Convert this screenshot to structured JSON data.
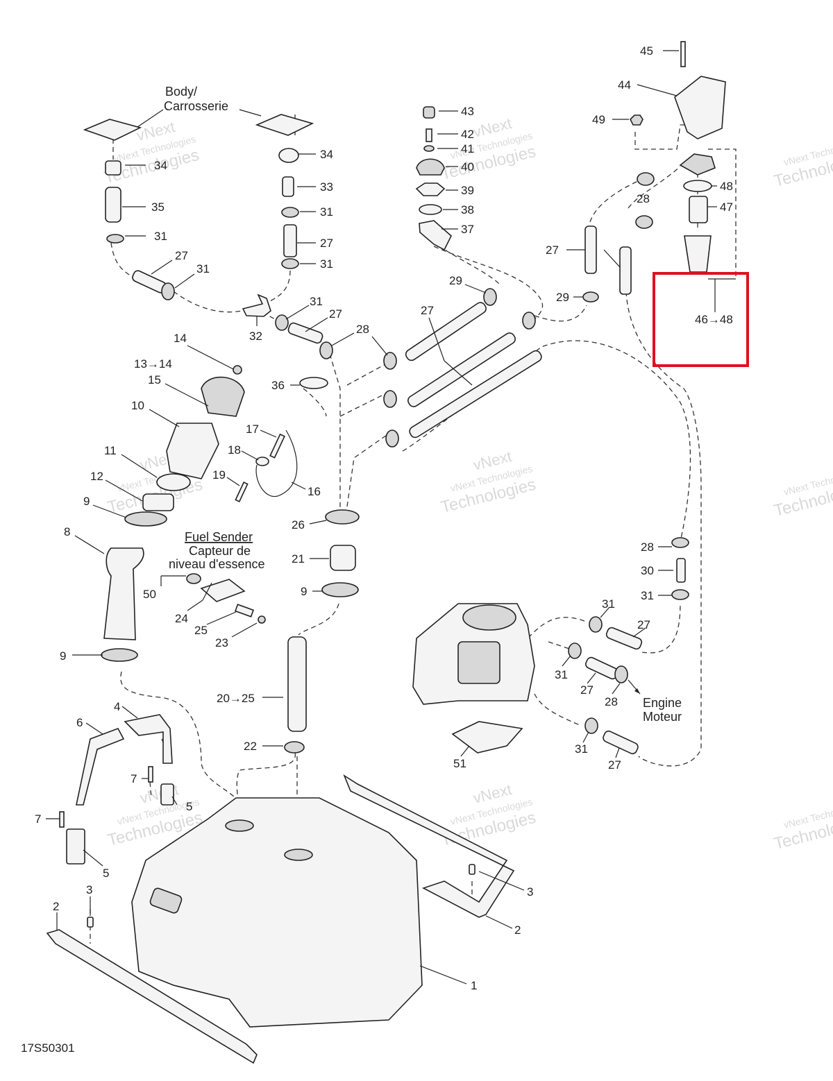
{
  "labels": {
    "body_en": "Body/",
    "body_fr": "Carrosserie",
    "fuel_sender_en": "Fuel Sender",
    "fuel_sender_fr1": "Capteur de",
    "fuel_sender_fr2": "niveau d'essence",
    "engine_en": "Engine",
    "engine_fr": "Moteur",
    "drawing_code": "17S50301"
  },
  "watermark": {
    "line1": "vNext Technologies",
    "line2": "Technologies",
    "brand": "vNext"
  },
  "callouts": {
    "c45": "45",
    "c44": "44",
    "c49": "49",
    "c48": "48",
    "c47": "47",
    "c28a": "28",
    "c4648": "46→48",
    "c43": "43",
    "c42": "42",
    "c41": "41",
    "c40": "40",
    "c39": "39",
    "c38": "38",
    "c37": "37",
    "c34a": "34",
    "c34b": "34",
    "c33": "33",
    "c31a": "31",
    "c27a": "27",
    "c31b": "31",
    "c35": "35",
    "c31c": "31",
    "c27b": "27",
    "c31d": "31",
    "c27c": "27",
    "c29a": "29",
    "c29b": "29",
    "c31e": "31",
    "c27d": "27",
    "c32": "32",
    "c28b": "28",
    "c27e": "27",
    "c14": "14",
    "c1314": "13→14",
    "c15": "15",
    "c10": "10",
    "c11": "11",
    "c12": "12",
    "c9a": "9",
    "c8": "8",
    "c36": "36",
    "c17": "17",
    "c18": "18",
    "c19": "19",
    "c16": "16",
    "c26": "26",
    "c21": "21",
    "c9b": "9",
    "c50": "50",
    "c24": "24",
    "c25": "25",
    "c23": "23",
    "c2025": "20→25",
    "c22": "22",
    "c9c": "9",
    "c28c": "28",
    "c30": "30",
    "c31f": "31",
    "c31g": "31",
    "c27f": "27",
    "c31h": "31",
    "c27g": "27",
    "c28d": "28",
    "c51": "51",
    "c31i": "31",
    "c27h": "27",
    "c6": "6",
    "c4": "4",
    "c7a": "7",
    "c5a": "5",
    "c7b": "7",
    "c5b": "5",
    "c3a": "3",
    "c2a": "2",
    "c3b": "3",
    "c2b": "2",
    "c1": "1"
  },
  "highlight_color": "#e01020"
}
